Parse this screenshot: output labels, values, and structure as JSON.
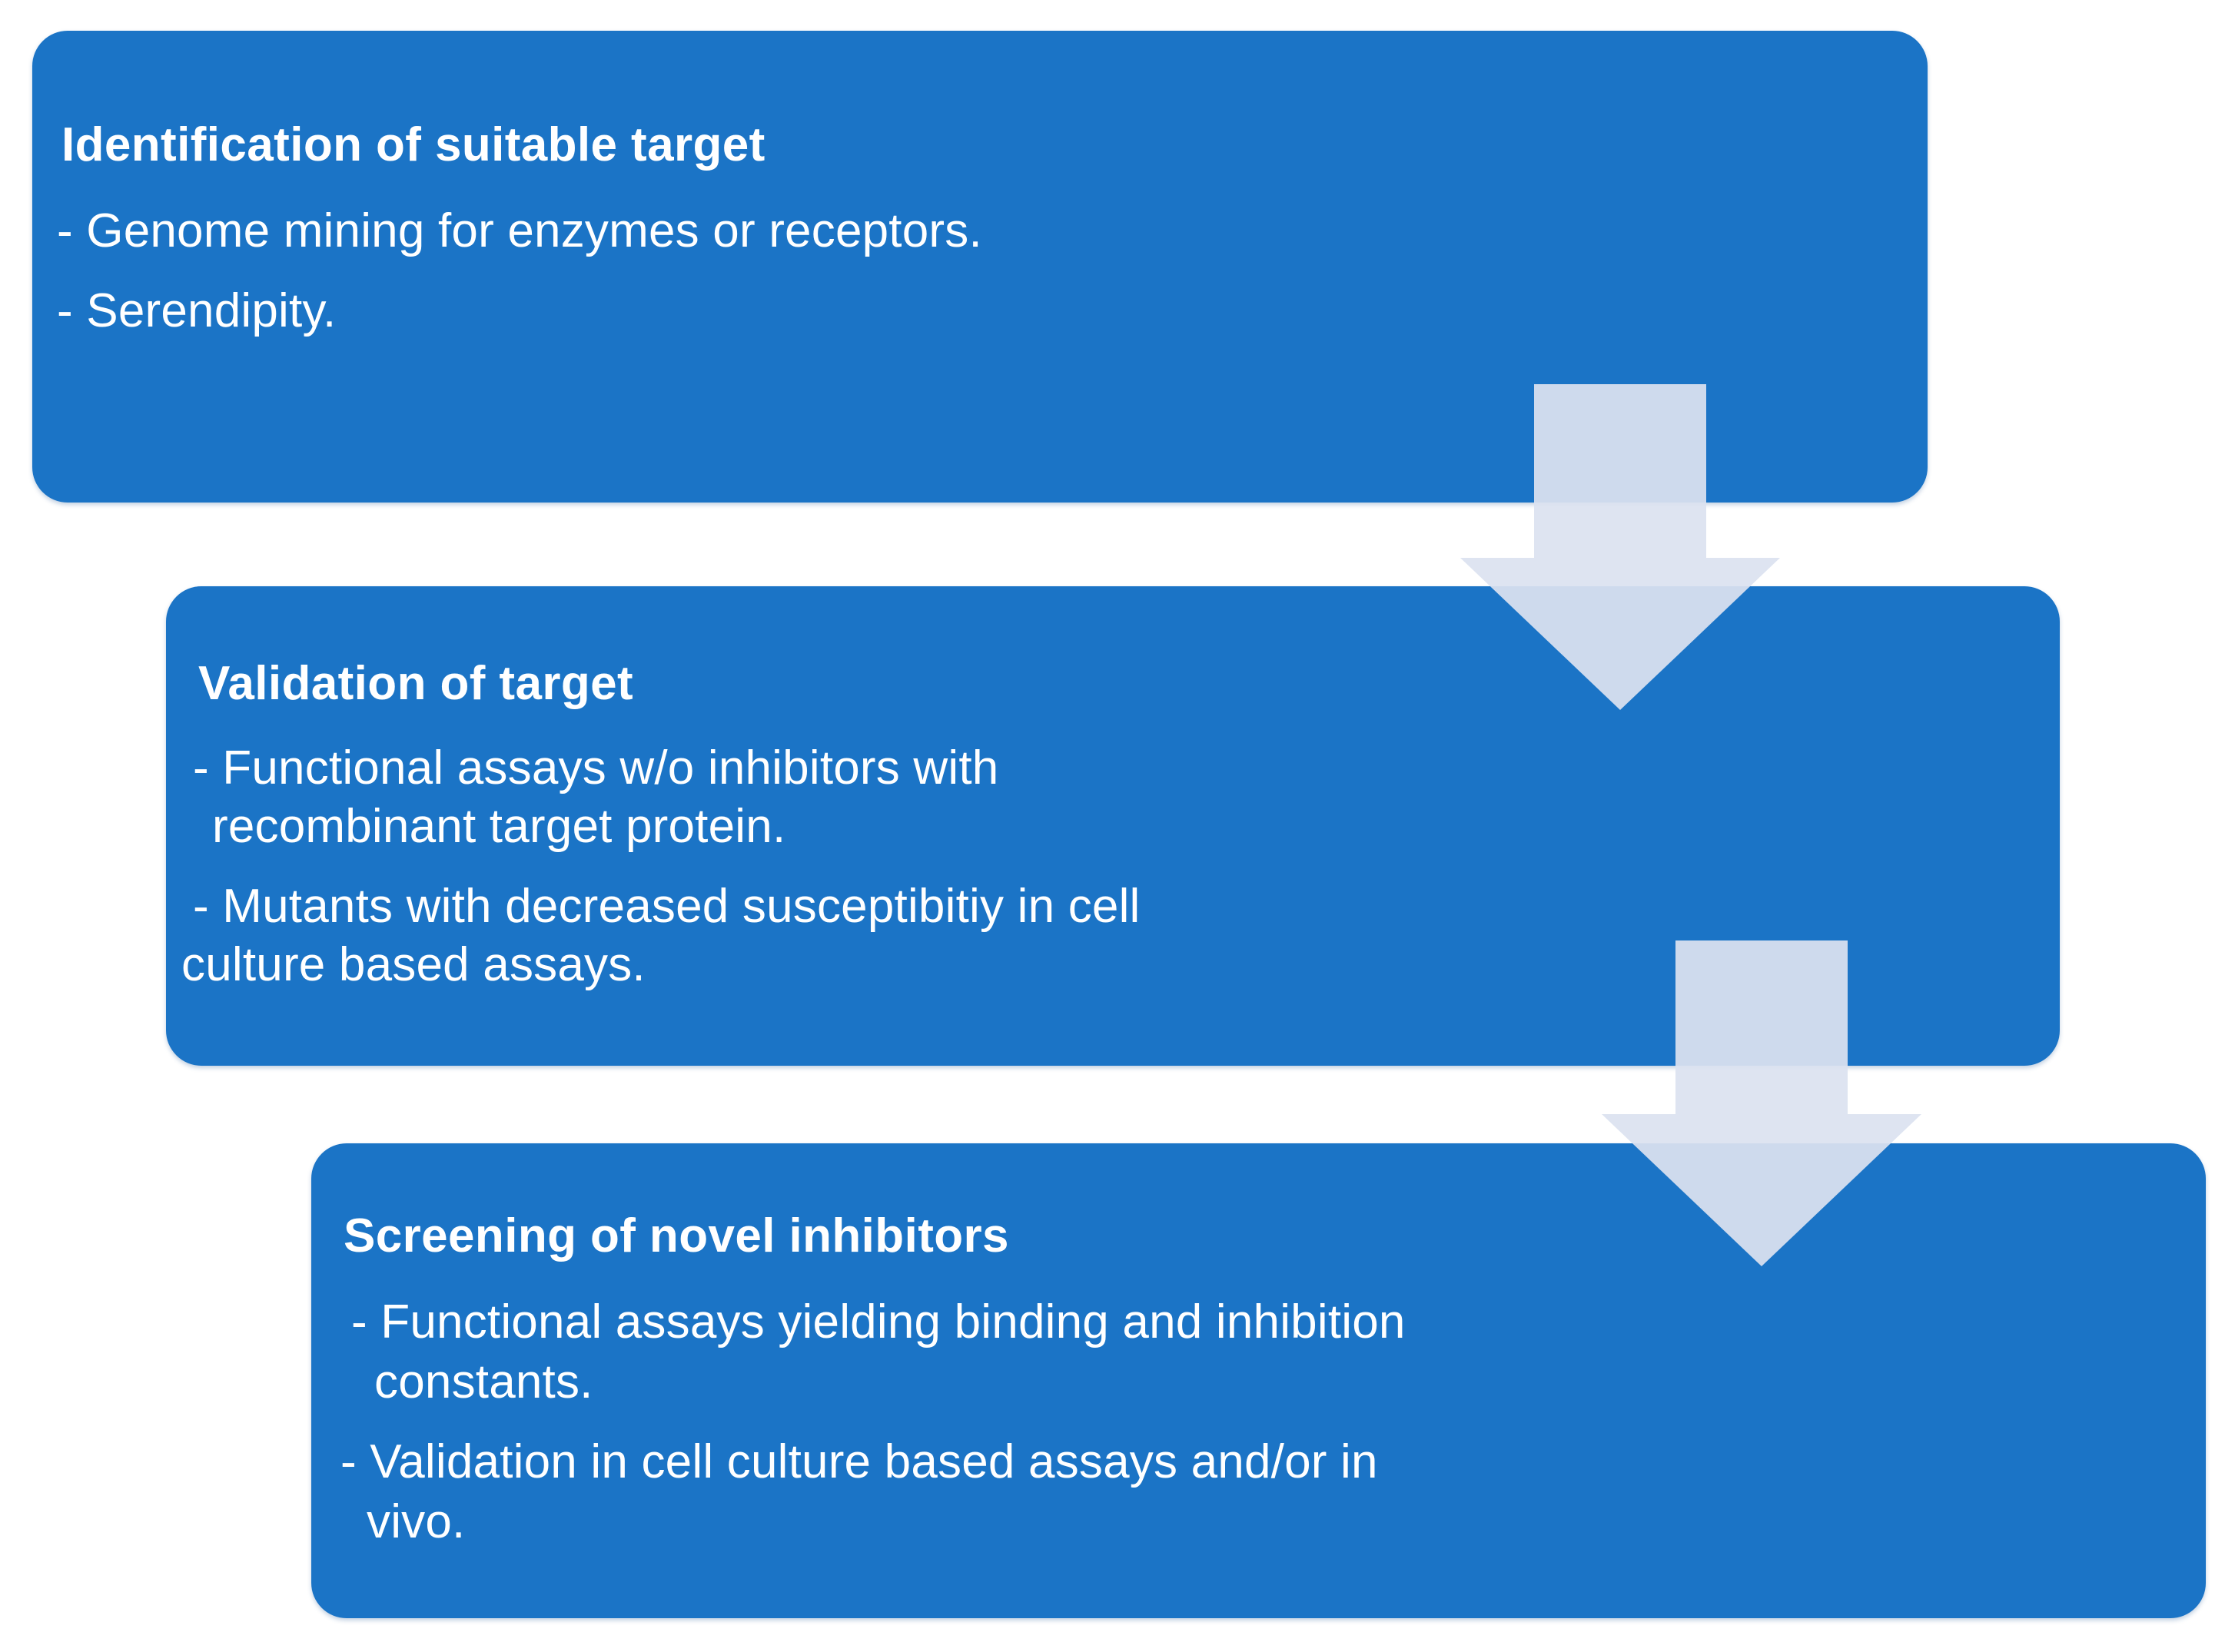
{
  "meta": {
    "background_color": "#ffffff",
    "box_color": "#1b74c6",
    "text_color": "#ffffff",
    "arrow_color": "#dce2f0"
  },
  "flow": {
    "steps": [
      {
        "id": "identification-of-suitable-target",
        "title": "Identification of suitable target",
        "lines": [
          "- Genome mining for enzymes or receptors.",
          "- Serendipity."
        ]
      },
      {
        "id": "validation-of-target",
        "title": "Validation of target",
        "lines": [
          "- Functional assays w/o inhibitors with",
          "recombinant target protein.",
          "- Mutants with decreased susceptibitiy in cell",
          "culture based assays."
        ]
      },
      {
        "id": "screening-of-novel-inhibitors",
        "title": "Screening of novel inhibitors",
        "lines": [
          "- Functional assays yielding binding and inhibition",
          "constants.",
          "- Validation in cell culture based assays and/or in",
          "vivo."
        ]
      }
    ],
    "connectors": [
      {
        "id": "arrow-step1-to-step2",
        "icon": "down-arrow-icon"
      },
      {
        "id": "arrow-step2-to-step3",
        "icon": "down-arrow-icon"
      }
    ]
  }
}
